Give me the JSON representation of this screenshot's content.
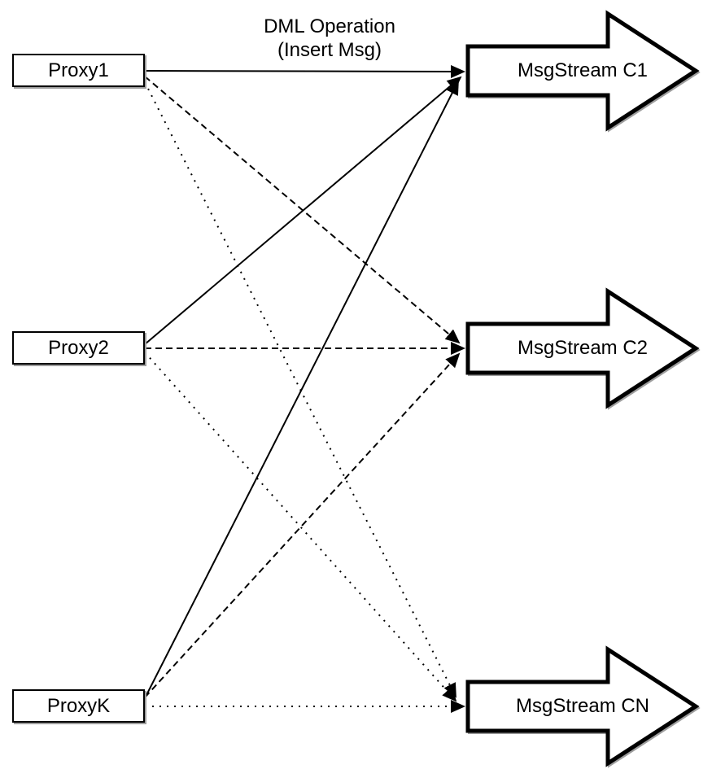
{
  "diagram": {
    "title": {
      "line1": "DML Operation",
      "line2": "(Insert Msg)"
    },
    "proxies": [
      {
        "label": "Proxy1"
      },
      {
        "label": "Proxy2"
      },
      {
        "label": "ProxyK"
      }
    ],
    "streams": [
      {
        "label": "MsgStream C1"
      },
      {
        "label": "MsgStream C2"
      },
      {
        "label": "MsgStream CN"
      }
    ],
    "edges": [
      {
        "from": "Proxy1",
        "to": "MsgStream C1",
        "style": "solid"
      },
      {
        "from": "Proxy2",
        "to": "MsgStream C1",
        "style": "solid"
      },
      {
        "from": "ProxyK",
        "to": "MsgStream C1",
        "style": "solid"
      },
      {
        "from": "Proxy1",
        "to": "MsgStream C2",
        "style": "dashed"
      },
      {
        "from": "Proxy2",
        "to": "MsgStream C2",
        "style": "dashed"
      },
      {
        "from": "ProxyK",
        "to": "MsgStream C2",
        "style": "dashed"
      },
      {
        "from": "Proxy1",
        "to": "MsgStream CN",
        "style": "dotted"
      },
      {
        "from": "Proxy2",
        "to": "MsgStream CN",
        "style": "dotted"
      },
      {
        "from": "ProxyK",
        "to": "MsgStream CN",
        "style": "dotted"
      }
    ],
    "colors": {
      "stroke": "#000000",
      "fill": "#ffffff",
      "shadow": "#9e9e9e"
    }
  }
}
